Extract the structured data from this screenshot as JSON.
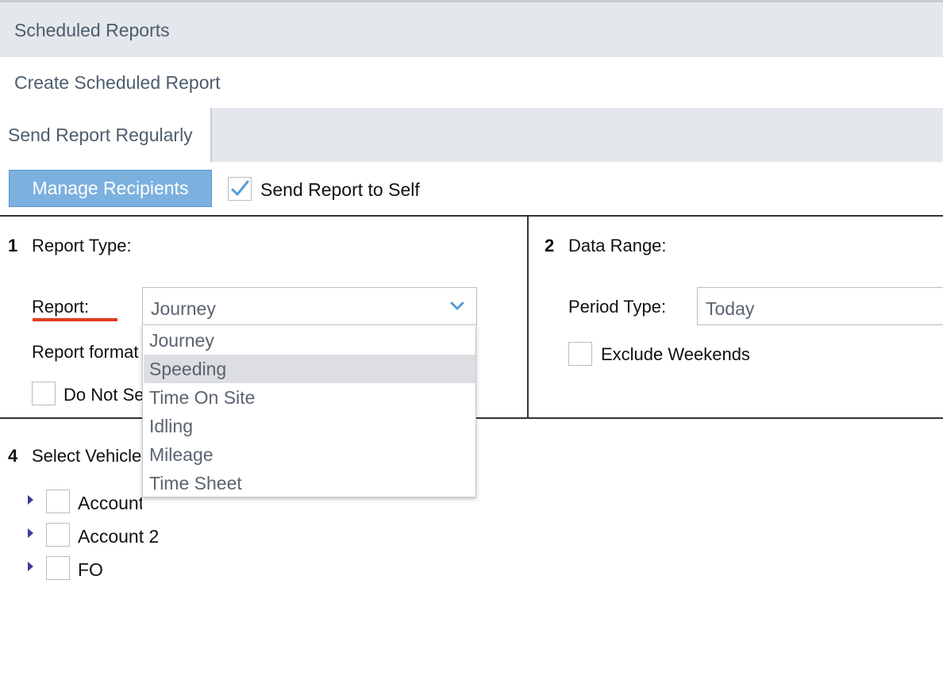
{
  "header": {
    "title": "Scheduled Reports"
  },
  "page": {
    "subtitle": "Create Scheduled Report"
  },
  "tabs": {
    "send_regularly": "Send Report Regularly"
  },
  "toolbar": {
    "manage_recipients": "Manage Recipients",
    "send_to_self_label": "Send Report to Self",
    "send_to_self_checked": true
  },
  "section1": {
    "number": "1",
    "title": "Report Type:",
    "report_label": "Report:",
    "report_value": "Journey",
    "report_format_label": "Report format",
    "do_not_send_label": "Do Not Send"
  },
  "section2": {
    "number": "2",
    "title": "Data Range:",
    "period_label": "Period Type:",
    "period_value": "Today",
    "exclude_weekends_label": "Exclude Weekends"
  },
  "section4": {
    "number": "4",
    "title": "Select Vehicles"
  },
  "dropdown": {
    "options": [
      "Journey",
      "Speeding",
      "Time On Site",
      "Idling",
      "Mileage",
      "Time Sheet"
    ],
    "highlighted": "Speeding"
  },
  "tree": {
    "items": [
      "Account 1",
      "Account 2",
      "FO"
    ]
  },
  "colors": {
    "accent": "#7cb0df",
    "validation": "#e03b22",
    "header_bg": "#e4e7eb"
  }
}
